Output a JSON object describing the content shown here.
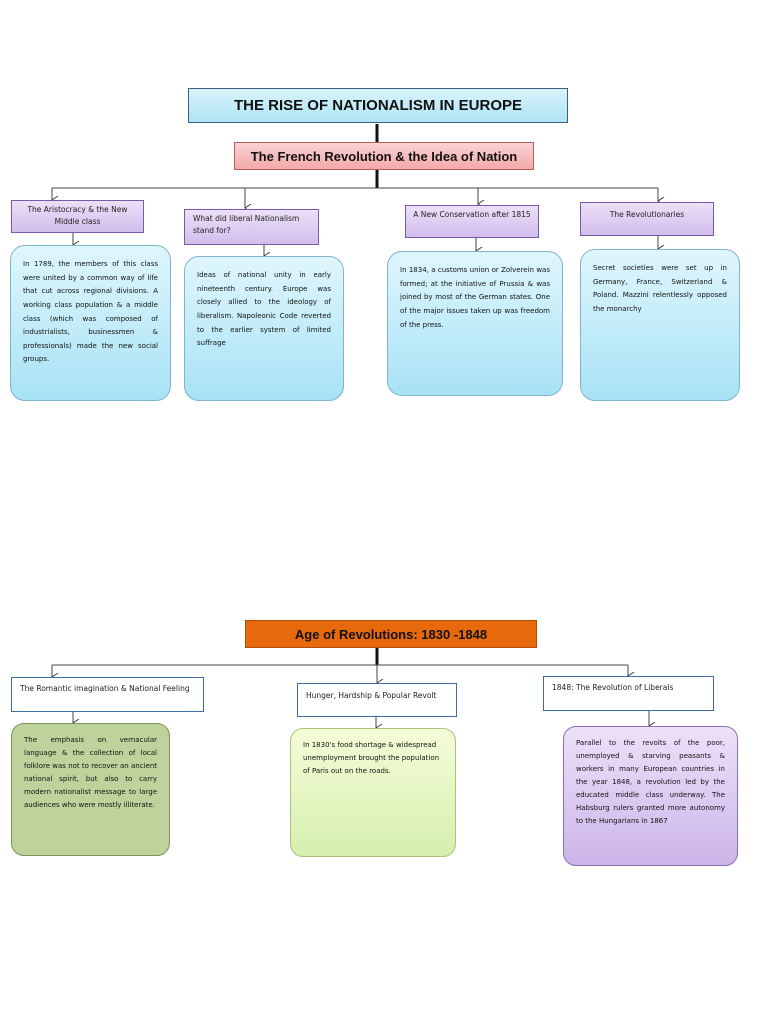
{
  "section1": {
    "title": "THE RISE OF NATIONALISM IN EUROPE",
    "subtitle": "The French Revolution & the Idea of Nation",
    "nodes": [
      {
        "heading": "The Aristocracy & the New Middle class",
        "text": "In 1789, the members of this class were united by a common way of life that cut across regional divisions. A working class population & a middle class (which was composed of industrialists, businessmen & professionals) made the new social groups."
      },
      {
        "heading": "What did liberal Nationalism stand for?",
        "text": "Ideas of national unity in early nineteenth century. Europe was closely allied to the ideology of liberalism. Napoleonic Code reverted to the earlier system of limited suffrage"
      },
      {
        "heading": "A New Conservation after 1815",
        "text": "In 1834, a customs union or Zolverein was formed; at the initiative of Prussia & was joined by most of the German states. One of the major issues taken up was freedom of the press."
      },
      {
        "heading": "The Revolutionaries",
        "text": "Secret societies were set up in Germany, France, Switzerland & Poland. Mazzini relentlessly opposed the monarchy"
      }
    ]
  },
  "section2": {
    "title": "Age of Revolutions: 1830 -1848",
    "nodes": [
      {
        "heading": "The Romantic imagination & National Feeling",
        "text": "The emphasis on vernacular language & the collection of local folklore was not to recover an ancient national spirit, but also to carry modern nationalist message to large audiences who were mostly illiterate."
      },
      {
        "heading": "Hunger, Hardship & Popular Revolt",
        "text": "In 1830's food shortage & widespread unemployment brought the population of Paris out on the roads."
      },
      {
        "heading": "1848: The Revolution of Liberals",
        "text": "Parallel to the revolts of the poor, unemployed & starving peasants & workers in many European countries in the year 1848, a revolution led by the educated middle class underway. The Habsburg rulers granted more autonomy to the Hungarians in 1867"
      }
    ]
  },
  "colors": {
    "title_fill": "#aee4f4",
    "subtitle_fill": "#f3a9a9",
    "age_fill": "#e8690c",
    "heading_fill": "#d2bdec",
    "blue_fill": "#a8e2f5",
    "green_fill": "#bed29b",
    "lime_fill": "#d5efae",
    "violet_fill": "#ccb5ea",
    "connector": "#111111"
  }
}
